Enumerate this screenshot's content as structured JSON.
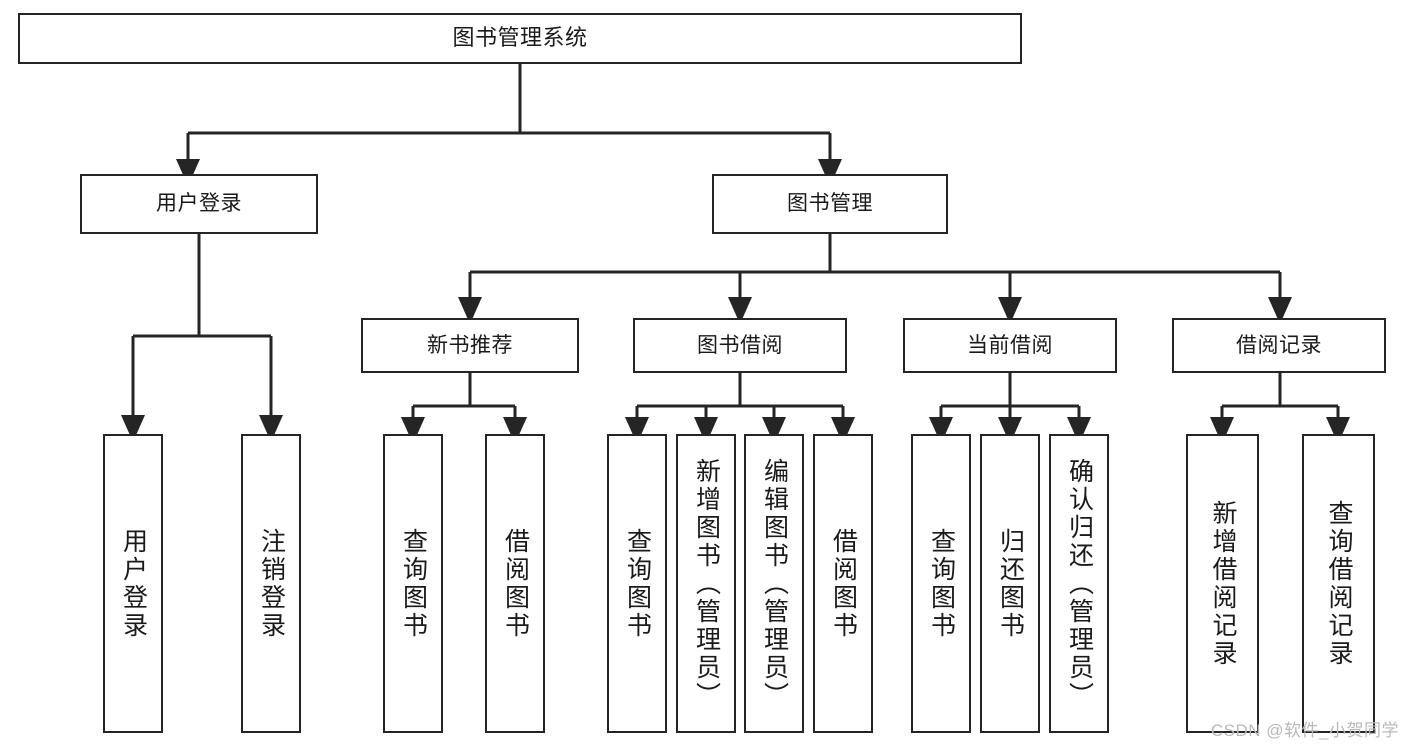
{
  "diagram": {
    "kind": "functional-structure-tree",
    "title": "图书管理系统",
    "watermark": "CSDN @软件_小贺同学",
    "stroke_color": "#252525",
    "fill_color": "#ffffff",
    "text_color": "#1a1a1a",
    "watermark_color": "#b9b9b9"
  },
  "nodes": {
    "root": {
      "label": "图书管理系统"
    },
    "level1": [
      {
        "id": "user-login",
        "label": "用户登录"
      },
      {
        "id": "book-management",
        "label": "图书管理"
      }
    ],
    "level2": [
      {
        "id": "new-book-recommend",
        "label": "新书推荐"
      },
      {
        "id": "book-borrow",
        "label": "图书借阅"
      },
      {
        "id": "current-borrow",
        "label": "当前借阅"
      },
      {
        "id": "borrow-record",
        "label": "借阅记录"
      }
    ],
    "leaves": {
      "user_login": [
        {
          "id": "leaf-user-login",
          "label": "用户登录"
        },
        {
          "id": "leaf-logout-login",
          "label": "注销登录"
        }
      ],
      "new_book_recommend": [
        {
          "id": "leaf-query-book-1",
          "label": "查询图书"
        },
        {
          "id": "leaf-borrow-book-1",
          "label": "借阅图书"
        }
      ],
      "book_borrow": [
        {
          "id": "leaf-query-book-2",
          "label": "查询图书"
        },
        {
          "id": "leaf-add-book-admin",
          "label": "新增图书（管理员）"
        },
        {
          "id": "leaf-edit-book-admin",
          "label": "编辑图书（管理员）"
        },
        {
          "id": "leaf-borrow-book-2",
          "label": "借阅图书"
        }
      ],
      "current_borrow": [
        {
          "id": "leaf-query-book-3",
          "label": "查询图书"
        },
        {
          "id": "leaf-return-book",
          "label": "归还图书"
        },
        {
          "id": "leaf-confirm-return-admin",
          "label": "确认归还（管理员）"
        }
      ],
      "borrow_record": [
        {
          "id": "leaf-add-borrow-record",
          "label": "新增借阅记录"
        },
        {
          "id": "leaf-query-borrow-record",
          "label": "查询借阅记录"
        }
      ]
    }
  }
}
